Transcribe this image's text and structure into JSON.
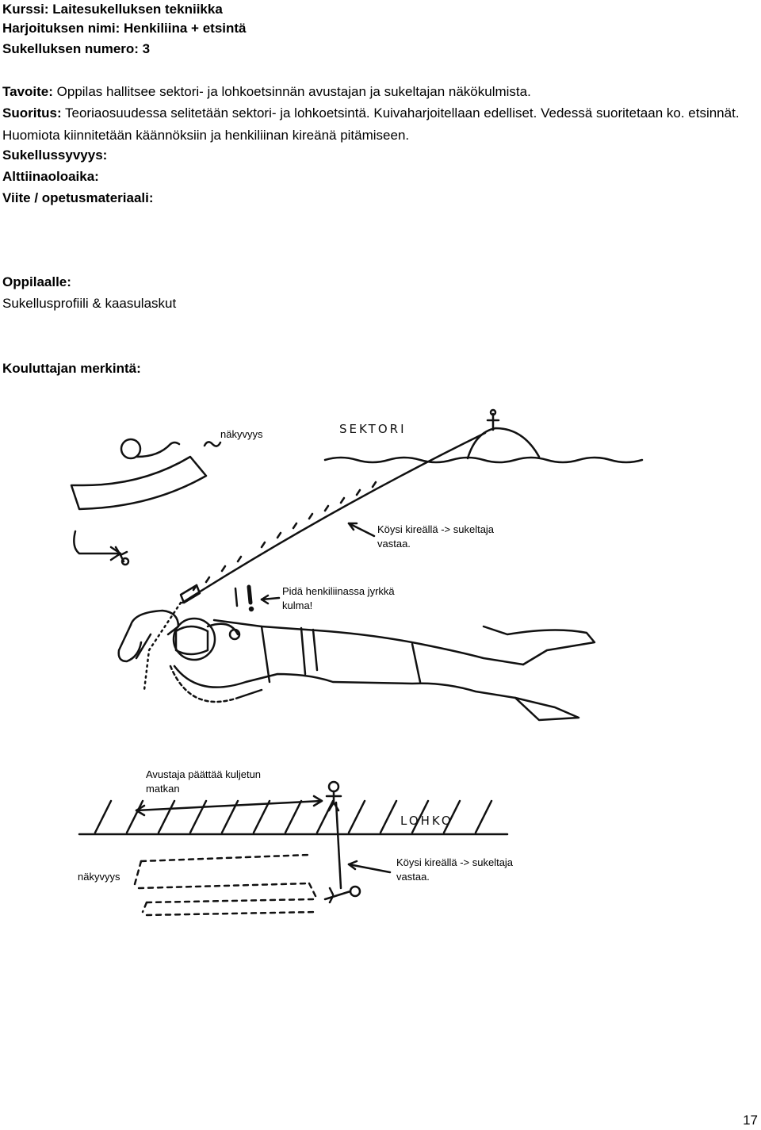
{
  "header": {
    "course": "Kurssi: Laitesukelluksen tekniikka",
    "exercise": "Harjoituksen nimi: Henkiliina + etsintä",
    "dive_number": "Sukelluksen numero: 3"
  },
  "body": {
    "goal_label": "Tavoite:",
    "goal_text": " Oppilas hallitsee sektori- ja lohkoetsinnän avustajan ja sukeltajan näkökulmista.",
    "execution_label": "Suoritus:",
    "execution_text": " Teoriaosuudessa selitetään sektori- ja lohkoetsintä. Kuivaharjoitellaan edelliset. Vedessä suoritetaan ko. etsinnät. Huomiota kiinnitetään käännöksiin ja henkiliinan kireänä pitämiseen.",
    "depth_label": "Sukellussyvyys:",
    "bottom_time_label": "Alttiinaoloaika:",
    "reference_label": "Viite / opetusmateriaali:"
  },
  "student": {
    "label": "Oppilaalle:",
    "text": "Sukellusprofiili & kaasulaskut"
  },
  "instructor": {
    "label": "Kouluttajan merkintä:"
  },
  "figure_sector": {
    "title": "SEKTORI",
    "visibility": "näkyvyys",
    "rope_note_1": "Köysi kireällä -> sukeltaja",
    "rope_note_2": "vastaa.",
    "angle_note_1": "Pidä henkiliinassa jyrkkä",
    "angle_note_2": "kulma!"
  },
  "figure_block": {
    "title": "LOHKO",
    "assistant_note_1": "Avustaja päättää kuljetun",
    "assistant_note_2": "matkan",
    "visibility": "näkyvyys",
    "rope_note_1": "Köysi kireällä -> sukeltaja",
    "rope_note_2": "vastaa."
  },
  "page_number": "17"
}
